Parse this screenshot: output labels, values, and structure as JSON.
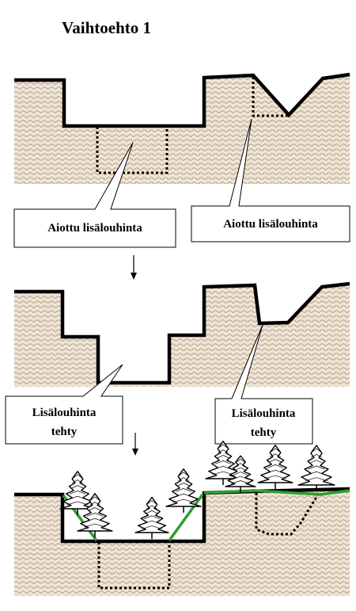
{
  "title": "Vaihtoehto 1",
  "panel1": {
    "callout_left": "Aiottu lisälouhinta",
    "callout_right": "Aiottu lisälouhinta"
  },
  "panel2": {
    "callout_left_line1": "Lisälouhinta",
    "callout_left_line2": "tehty",
    "callout_right_line1": "Lisälouhinta",
    "callout_right_line2": "tehty"
  },
  "colors": {
    "soil_fill": "#efe3d4",
    "soil_hatch": "#9a8a78",
    "outline": "#000000",
    "restored_slope": "#2e9e2e"
  },
  "icons": [
    "down-arrow-icon",
    "spruce-tree-icon"
  ]
}
